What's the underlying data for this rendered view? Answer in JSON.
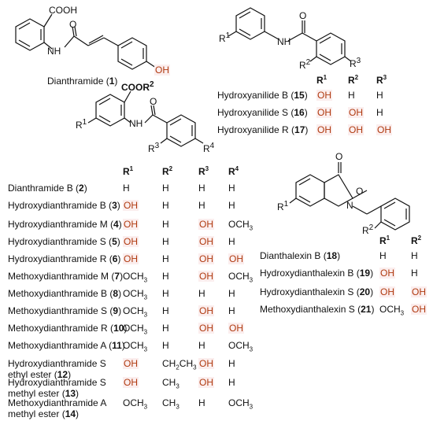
{
  "structure_atoms": {
    "s1": {
      "cooh": "COOH",
      "o": "O",
      "nh": "NH",
      "oh": "OH",
      "r1": "",
      "r2": "",
      "r3": "",
      "r4": ""
    },
    "s2": {
      "o": "O",
      "nh": "NH",
      "r1": "R",
      "r2": "R",
      "r3": "R"
    },
    "s3": {
      "coor": "COOR",
      "o": "O",
      "nh": "NH",
      "r1": "R",
      "r3": "R",
      "r4": "R"
    },
    "s4": {
      "o_top": "O",
      "o_ring": "O",
      "n": "N",
      "r1": "R",
      "r2": "R"
    }
  },
  "dianthramide": {
    "name": "Dianthramide (",
    "num": "1",
    "close": ")"
  },
  "hydroxyanilides": {
    "headers": [
      "1",
      "2",
      "3"
    ],
    "header_letter": "R",
    "rows": [
      {
        "name": "Hydroxyanilide B (",
        "num": "15",
        "close": ")",
        "r1": "OH",
        "r2": "H",
        "r3": "H"
      },
      {
        "name": "Hydroxyanilide S (",
        "num": "16",
        "close": ")",
        "r1": "OH",
        "r2": "OH",
        "r3": "H"
      },
      {
        "name": "Hydroxyanilide R (",
        "num": "17",
        "close": ")",
        "r1": "OH",
        "r2": "OH",
        "r3": "OH"
      }
    ]
  },
  "dianthramides": {
    "headers": [
      "1",
      "2",
      "3",
      "4"
    ],
    "header_letter": "R",
    "rows": [
      {
        "name": "Dianthramide B (",
        "num": "2",
        "close": ")",
        "r1": "H",
        "r2": "H",
        "r3": "H",
        "r4": "H"
      },
      {
        "name": "Hydroxydianthramide B (",
        "num": "3",
        "close": ")",
        "r1": "OH",
        "r2": "H",
        "r3": "H",
        "r4": "H"
      },
      {
        "name": "Hydroxydianthramide M (",
        "num": "4",
        "close": ")",
        "r1": "OH",
        "r2": "H",
        "r3": "OH",
        "r4": "OCH3"
      },
      {
        "name": "Hydroxydianthramide S (",
        "num": "5",
        "close": ")",
        "r1": "OH",
        "r2": "H",
        "r3": "OH",
        "r4": "H"
      },
      {
        "name": "Hydroxydianthramide R (",
        "num": "6",
        "close": ")",
        "r1": "OH",
        "r2": "H",
        "r3": "OH",
        "r4": "OH"
      },
      {
        "name": "Methoxydianthramide M (",
        "num": "7",
        "close": ")",
        "r1": "OCH3",
        "r2": "H",
        "r3": "OH",
        "r4": "OCH3"
      },
      {
        "name": "Methoxydianthramide B (",
        "num": "8",
        "close": ")",
        "r1": "OCH3",
        "r2": "H",
        "r3": "H",
        "r4": "H"
      },
      {
        "name": "Methoxydianthramide S (",
        "num": "9",
        "close": ")",
        "r1": "OCH3",
        "r2": "H",
        "r3": "OH",
        "r4": "H"
      },
      {
        "name": "Methoxydianthramide R (",
        "num": "10",
        "close": ")",
        "r1": "OCH3",
        "r2": "H",
        "r3": "OH",
        "r4": "OH"
      },
      {
        "name": "Methoxydianthramide A (",
        "num": "11",
        "close": ")",
        "r1": "OCH3",
        "r2": "H",
        "r3": "H",
        "r4": "OCH3"
      },
      {
        "name": "Hydroxydianthramide S",
        "name2": "ethyl ester (",
        "num": "12",
        "close": ")",
        "r1": "OH",
        "r2": "CH2CH3",
        "r3": "OH",
        "r4": "H"
      },
      {
        "name": "Hydroxydianthramide S",
        "name2": "methyl ester (",
        "num": "13",
        "close": ")",
        "r1": "OH",
        "r2": "CH3",
        "r3": "OH",
        "r4": "H"
      },
      {
        "name": "Methoxydianthramide A",
        "name2": "methyl ester  (",
        "num": "14",
        "close": ")",
        "r1": "OCH3",
        "r2": "CH3",
        "r3": "H",
        "r4": "OCH3"
      }
    ]
  },
  "dianthalexins": {
    "headers": [
      "1",
      "2"
    ],
    "header_letter": "R",
    "rows": [
      {
        "name": "Dianthalexin B (",
        "num": "18",
        "close": ")",
        "r1": "H",
        "r2": "H"
      },
      {
        "name": "Hydroxydianthalexin B (",
        "num": "19",
        "close": ")",
        "r1": "OH",
        "r2": "H"
      },
      {
        "name": "Hydroxydianthalexin S (",
        "num": "20",
        "close": ")",
        "r1": "OH",
        "r2": "OH"
      },
      {
        "name": "Methoxydianthalexin S (",
        "num": "21",
        "close": ")",
        "r1": "OCH3",
        "r2": "OH"
      }
    ]
  },
  "colors": {
    "hydroxyl": "#b03a10",
    "hydroxyl_bg": "#fbeeee",
    "bond": "#111111"
  }
}
